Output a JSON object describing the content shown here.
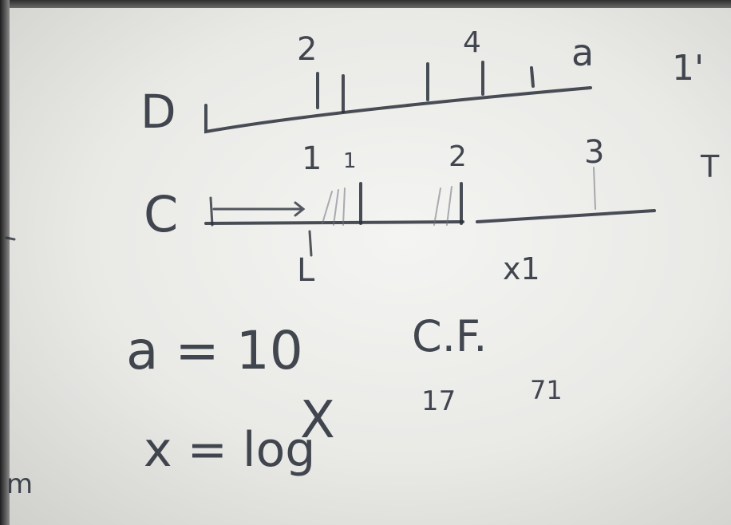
{
  "photo": {
    "subject": "handwritten-notes-photo",
    "ink_color": "#2a2f3a",
    "paper_color": "#eeeeeb"
  },
  "scale_d": {
    "label": "D",
    "ticks": [
      "2",
      "4",
      "a"
    ],
    "end_label": "1'"
  },
  "scale_c": {
    "label": "C",
    "ticks": [
      "1",
      "1",
      "2",
      "3"
    ],
    "end_label": "T",
    "below_left": "L",
    "below_right": "x1"
  },
  "equations": {
    "line1": "a = 10",
    "line2": "x = log",
    "line2_var": "X",
    "cf": "C.F.",
    "cf_a": "17",
    "cf_b": "71"
  },
  "margin_note": "m"
}
